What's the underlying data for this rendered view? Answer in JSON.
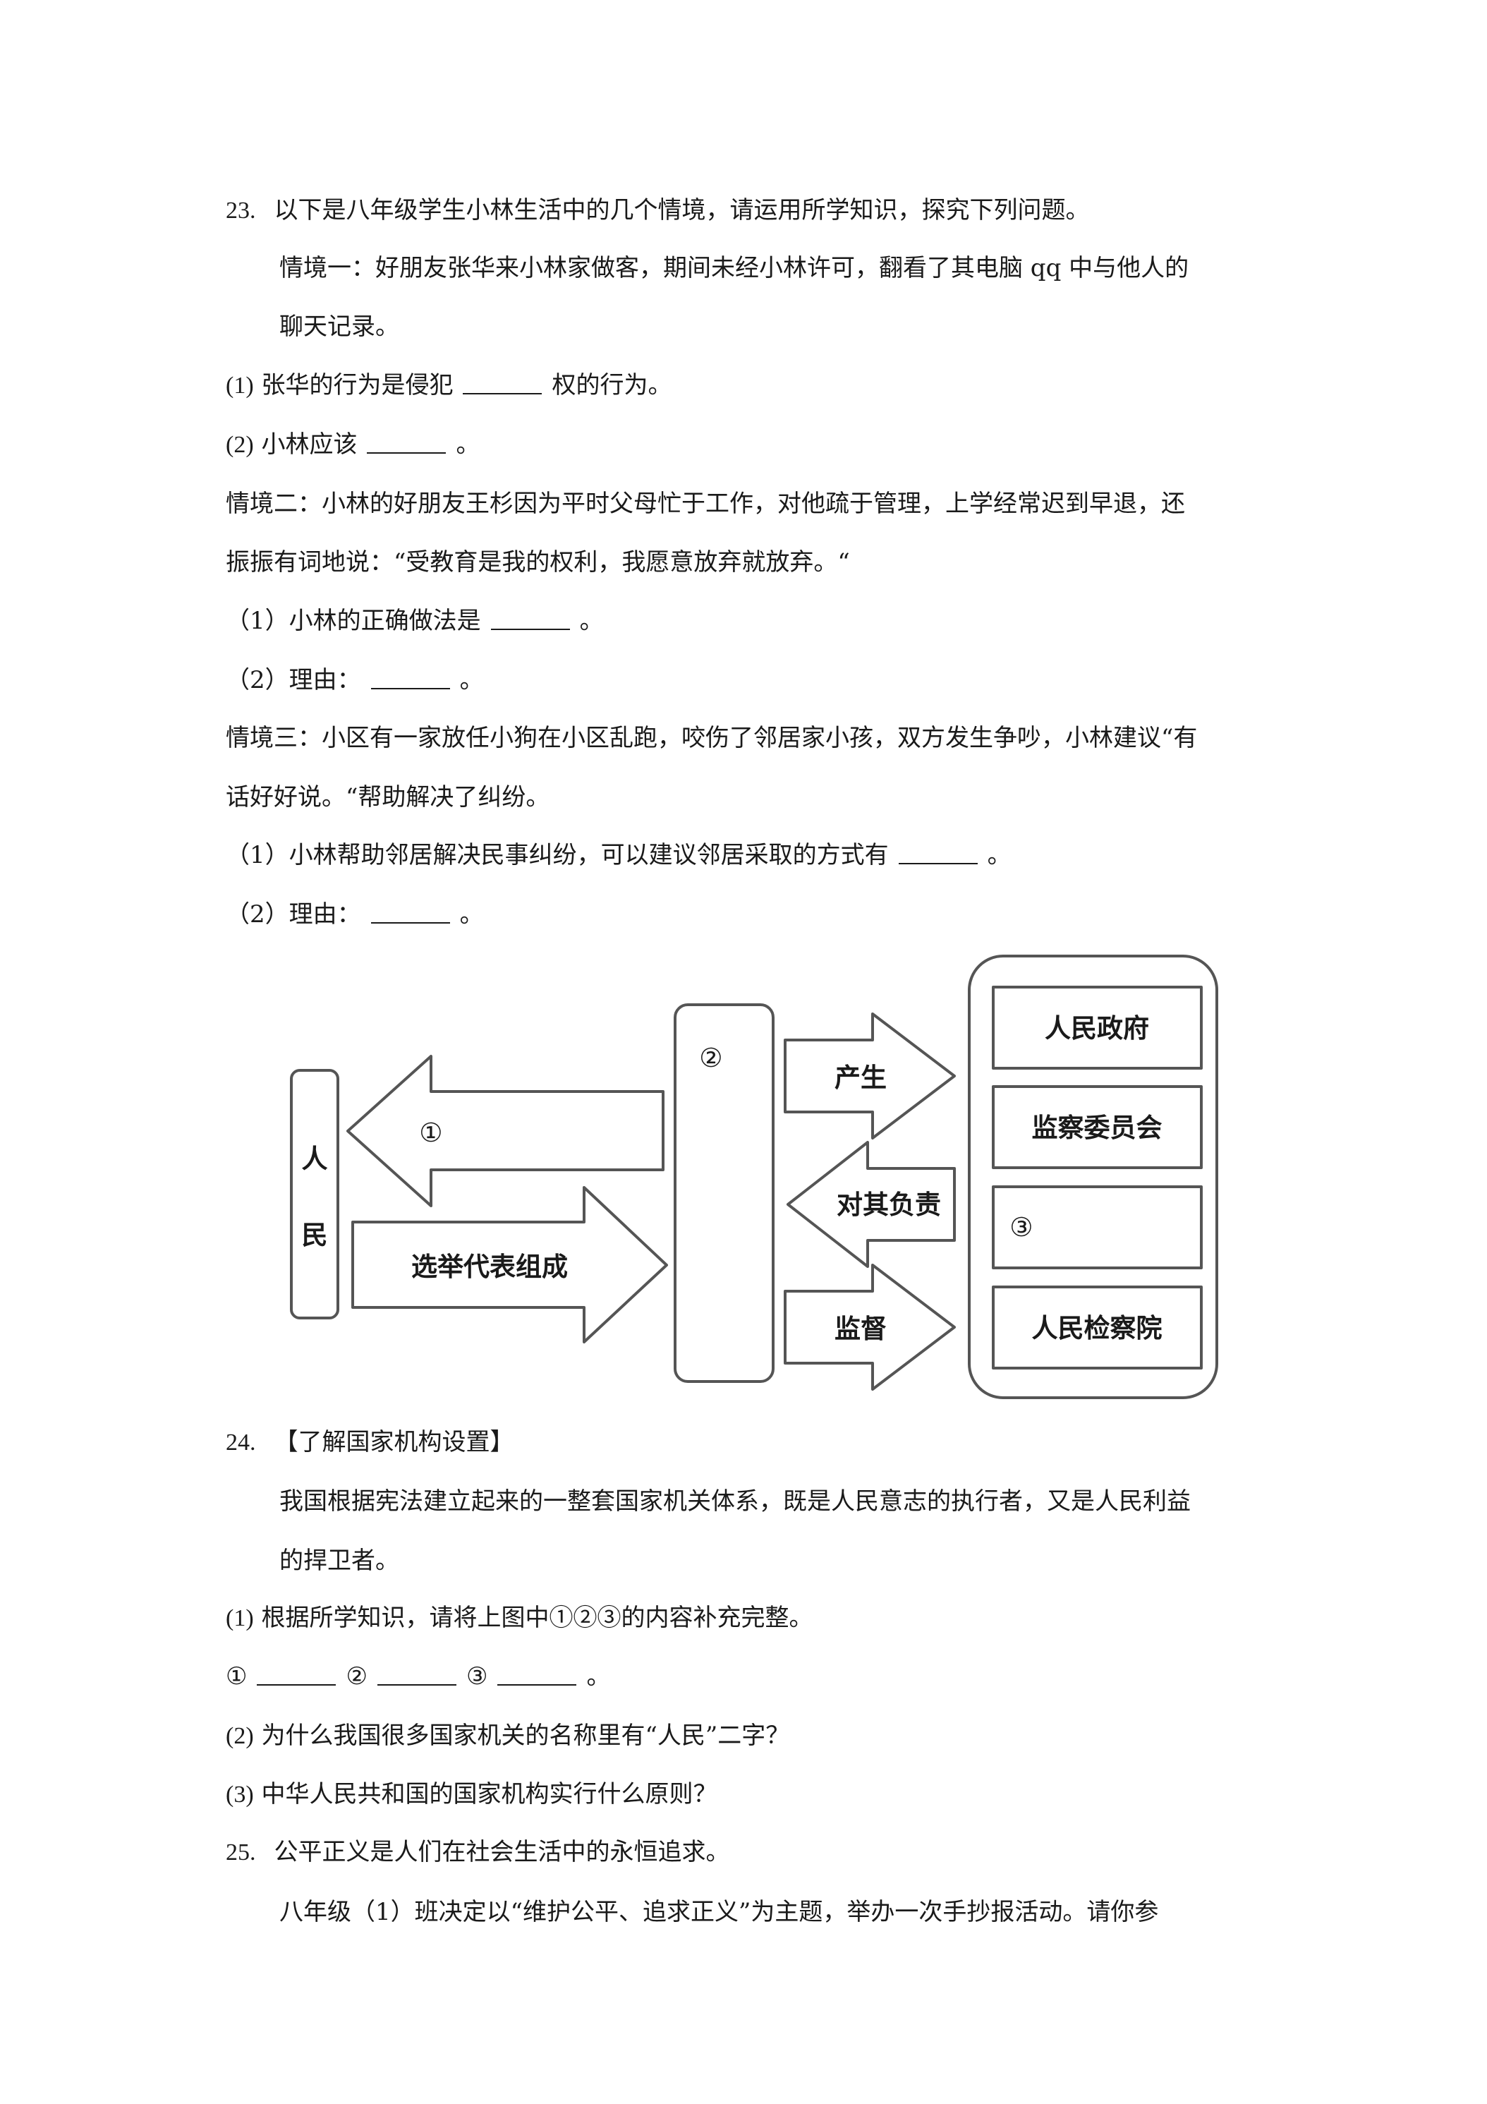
{
  "q23": {
    "number": "23.",
    "stem": "以下是八年级学生小林生活中的几个情境，请运用所学知识，探究下列问题。",
    "scene1_line1": "情境一：好朋友张华来小林家做客，期间未经小林许可，翻看了其电脑 qq 中与他人的",
    "scene1_line2": "聊天记录。",
    "s1q1_label": "(1)",
    "s1q1_pre": "张华的行为是侵犯",
    "s1q1_post": "权的行为。",
    "s1q2_label": "(2)",
    "s1q2_pre": "小林应该",
    "s1q2_post": "。",
    "scene2_line1": "情境二：小林的好朋友王杉因为平时父母忙于工作，对他疏于管理，上学经常迟到早退，还",
    "scene2_line2": "振振有词地说：“受教育是我的权利，我愿意放弃就放弃。“",
    "s2q1_pre": "（1）小林的正确做法是",
    "s2q1_post": "。",
    "s2q2_pre": "（2）理由：",
    "s2q2_post": "。",
    "scene3_line1": "情境三：小区有一家放任小狗在小区乱跑，咬伤了邻居家小孩，双方发生争吵，小林建议“有",
    "scene3_line2": "话好好说。“帮助解决了纠纷。",
    "s3q1_pre": "（1）小林帮助邻居解决民事纠纷，可以建议邻居采取的方式有",
    "s3q1_post": "。",
    "s3q2_pre": "（2）理由：",
    "s3q2_post": "。"
  },
  "diagram": {
    "people_char1": "人",
    "people_char2": "民",
    "arrow1_label": "①",
    "arrow_elect_label": "选举代表组成",
    "box2_label": "②",
    "arrow_produce_label": "产生",
    "arrow_responsible_label": "对其负责",
    "arrow_supervise_label": "监督",
    "organs": [
      "人民政府",
      "监察委员会",
      "③",
      "人民检察院"
    ]
  },
  "q24": {
    "number": "24.",
    "title": "【了解国家机构设置】",
    "intro_line1": "我国根据宪法建立起来的一整套国家机关体系，既是人民意志的执行者，又是人民利益",
    "intro_line2": "的捍卫者。",
    "q1_label": "(1)",
    "q1_text": "根据所学知识，请将上图中①②③的内容补充完整。",
    "fill_a": "①",
    "fill_b": "②",
    "fill_c": "③",
    "fill_end": "。",
    "q2_label": "(2)",
    "q2_text": "为什么我国很多国家机关的名称里有“人民”二字？",
    "q3_label": "(3)",
    "q3_text": "中华人民共和国的国家机构实行什么原则？"
  },
  "q25": {
    "number": "25.",
    "stem": "公平正义是人们在社会生活中的永恒追求。",
    "line1": "八年级（1）班决定以“维护公平、追求正义”为主题，举办一次手抄报活动。请你参"
  }
}
